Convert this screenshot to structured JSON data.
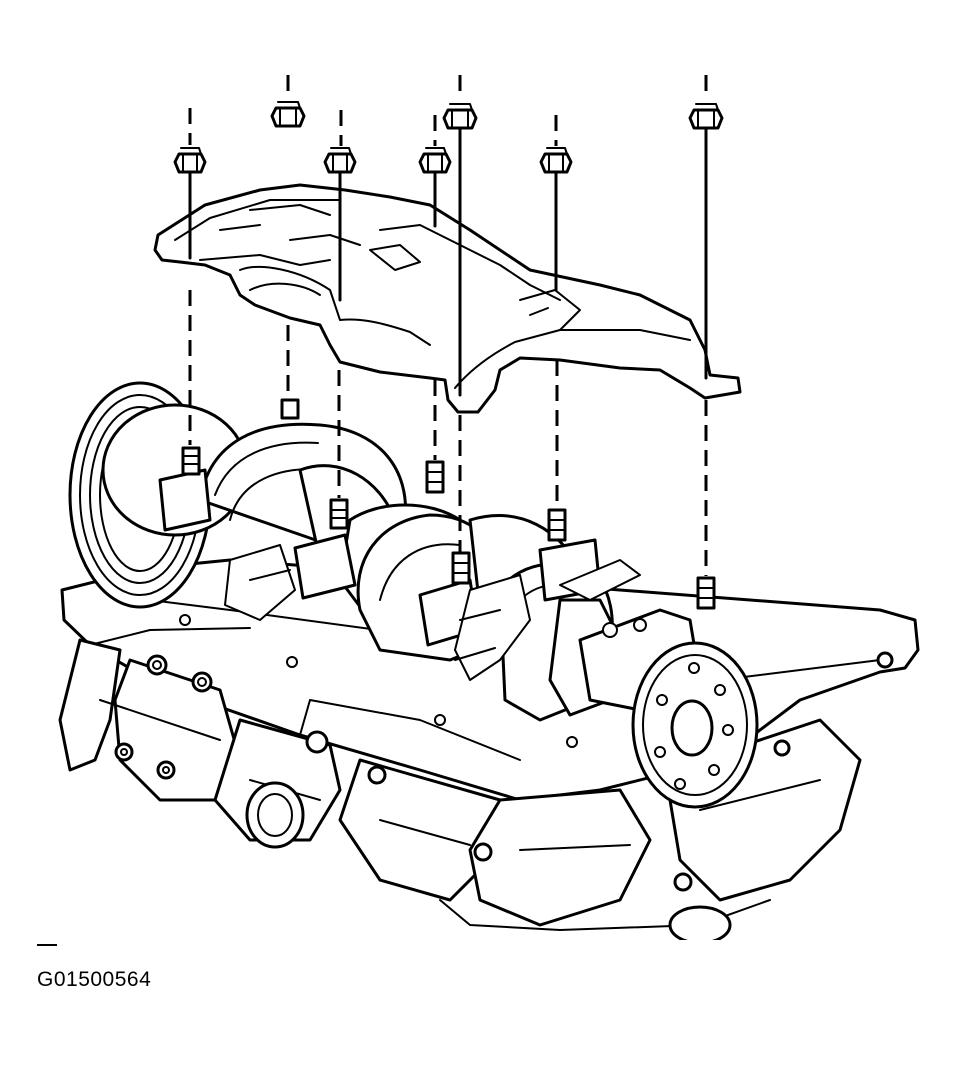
{
  "figure": {
    "code": "G01500564",
    "colors": {
      "line": "#000000",
      "background": "#ffffff"
    },
    "parts": [
      "oil-pan-baffle",
      "baffle-nut",
      "baffle-stud",
      "crankshaft",
      "crankshaft-pulley",
      "flywheel-flange",
      "engine-block"
    ]
  }
}
